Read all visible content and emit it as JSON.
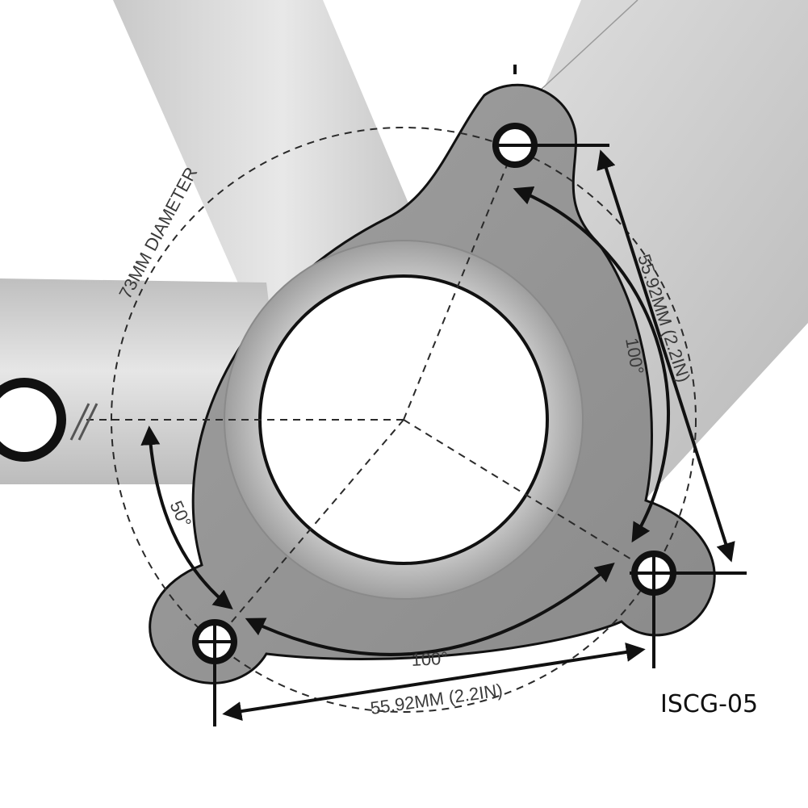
{
  "diagram": {
    "standard_label": "ISCG-05",
    "bcd_label": "73MM DIAMETER",
    "distance_right": "55.92MM (2.2IN)",
    "distance_bottom": "55.92MM (2.2IN)",
    "angle_right": "100°",
    "angle_bottom": "100°",
    "angle_left": "50°"
  },
  "colors": {
    "frame_tube": "#d0d0d0",
    "tab_plate": "#9a9a9a",
    "shell_ring": "#a9a9a9",
    "outline": "#111111"
  }
}
